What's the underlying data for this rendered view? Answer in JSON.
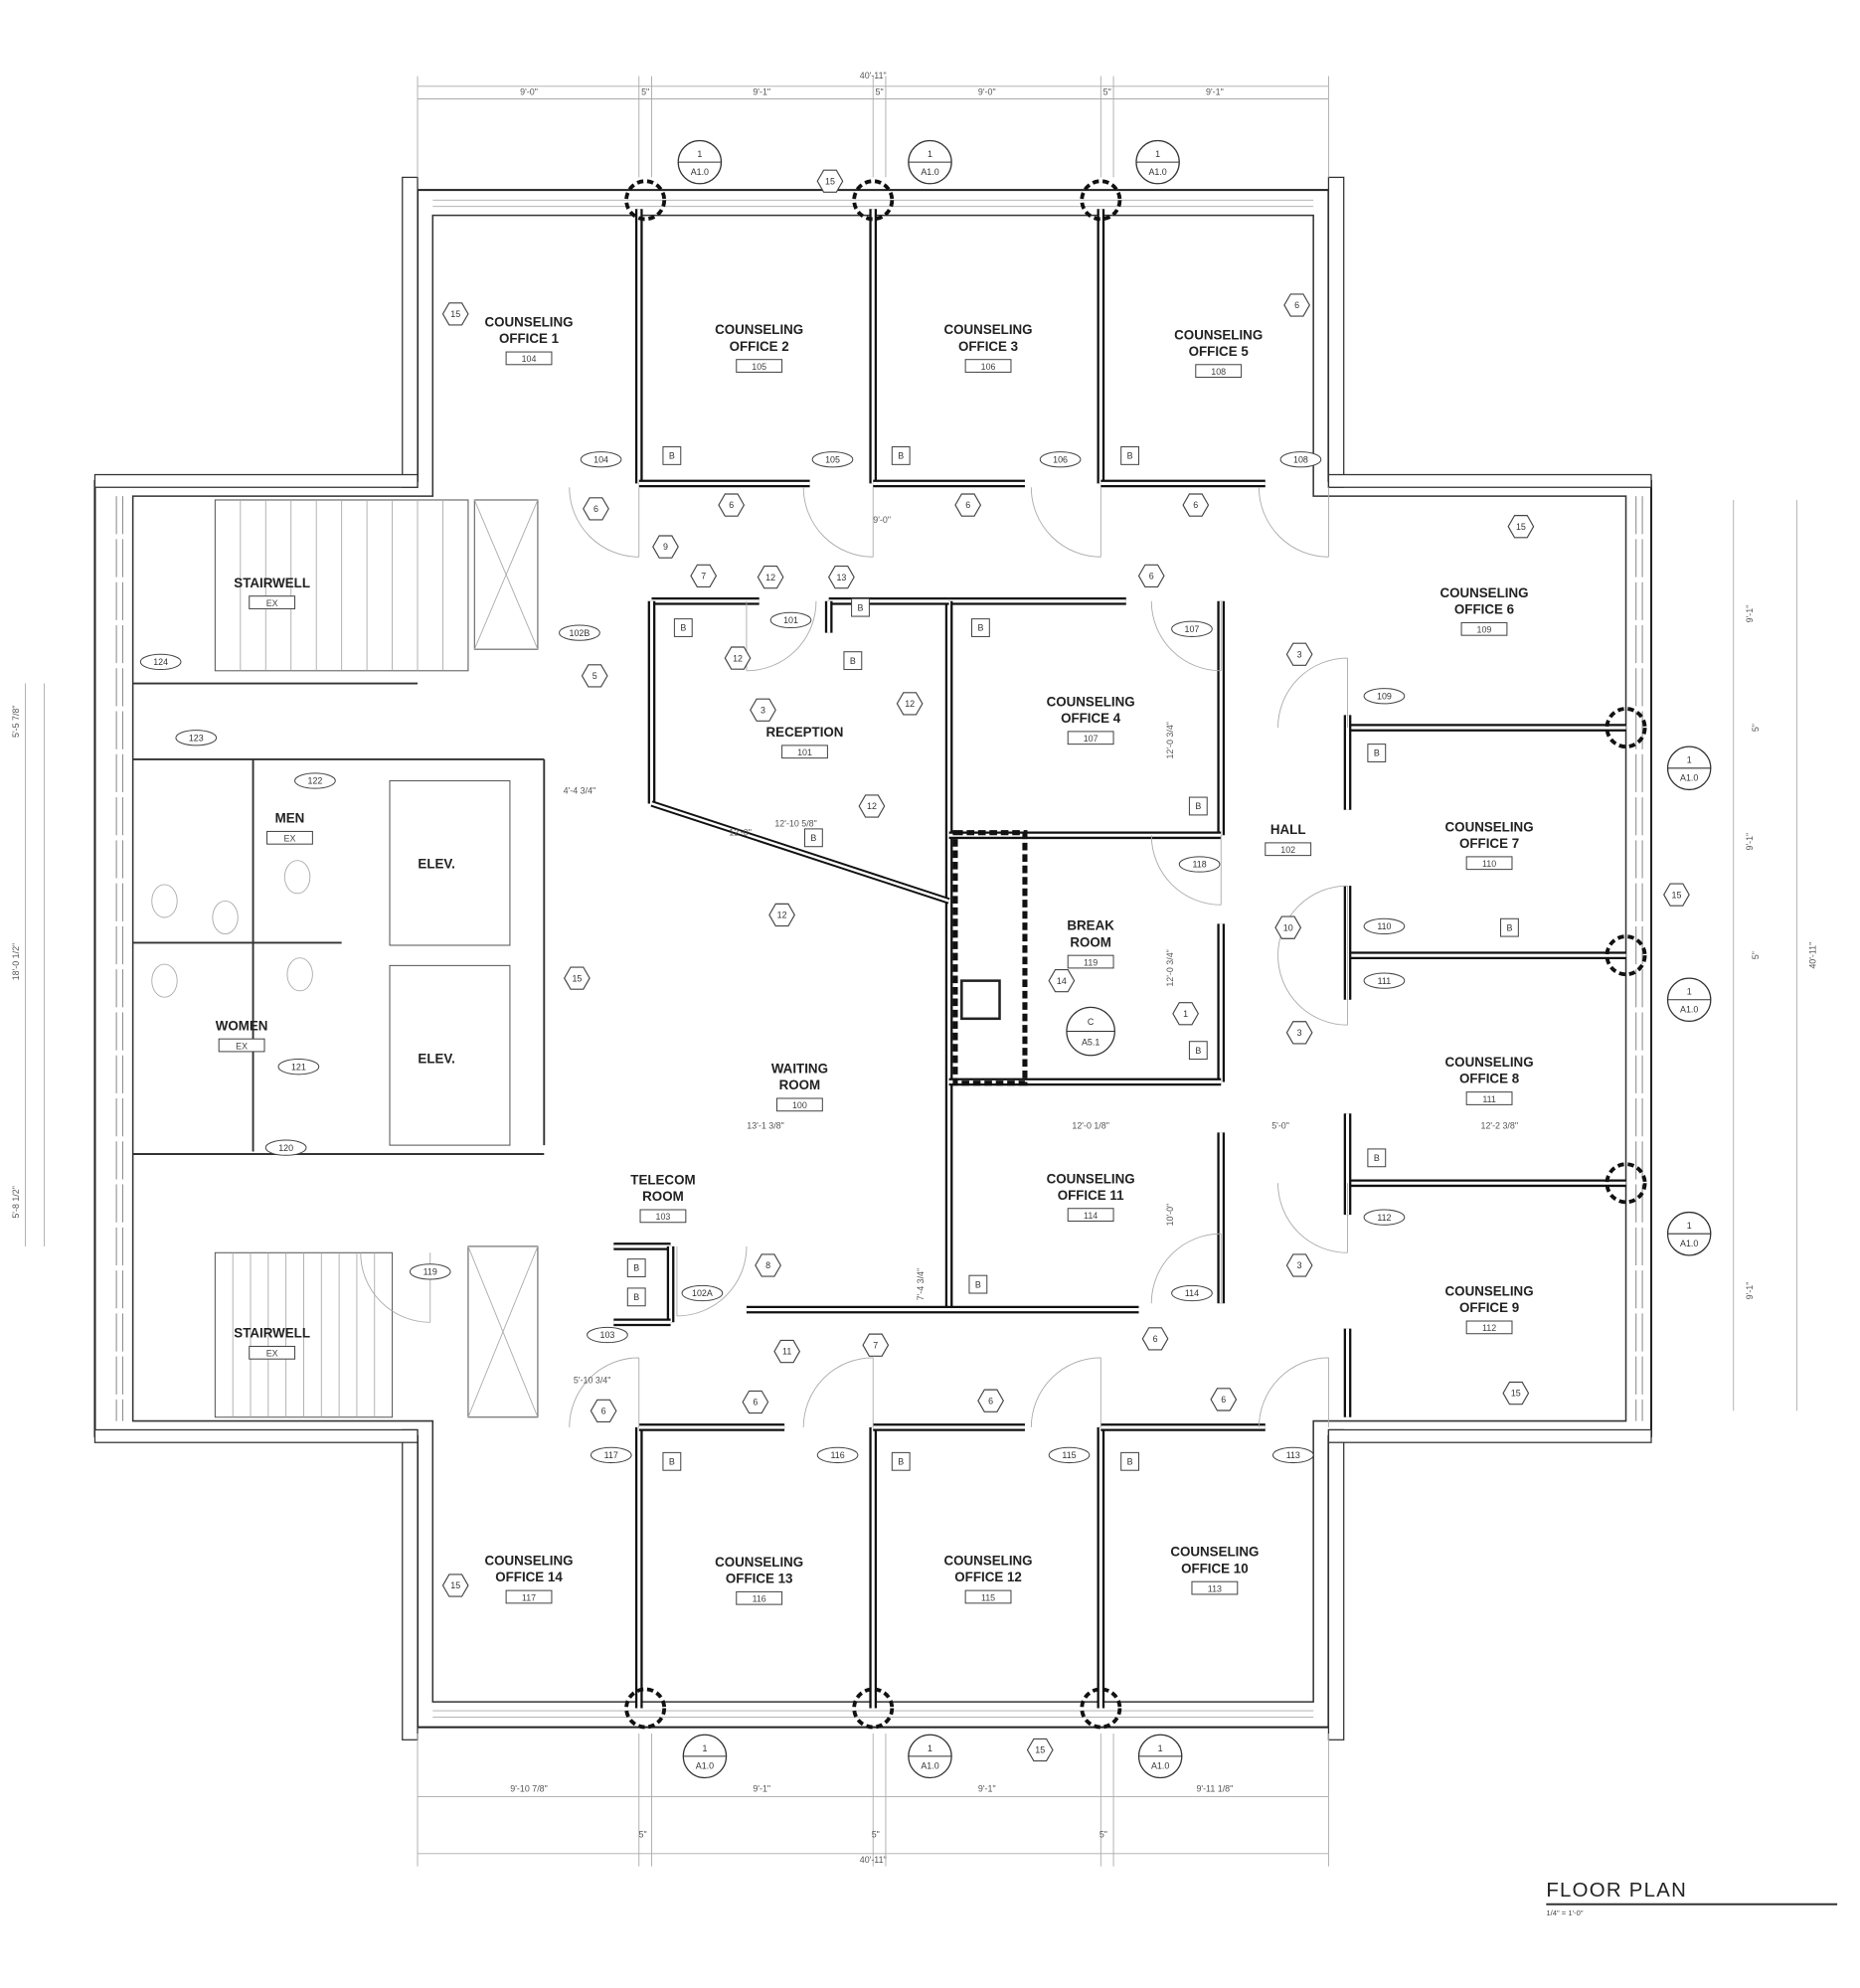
{
  "title": "FLOOR PLAN",
  "scale": "1/4\" = 1'-0\"",
  "rooms": [
    {
      "id": "office-1",
      "line1": "COUNSELING",
      "line2": "OFFICE 1",
      "number": "104"
    },
    {
      "id": "office-2",
      "line1": "COUNSELING",
      "line2": "OFFICE 2",
      "number": "105"
    },
    {
      "id": "office-3",
      "line1": "COUNSELING",
      "line2": "OFFICE 3",
      "number": "106"
    },
    {
      "id": "office-5",
      "line1": "COUNSELING",
      "line2": "OFFICE 5",
      "number": "108"
    },
    {
      "id": "office-6",
      "line1": "COUNSELING",
      "line2": "OFFICE 6",
      "number": "109"
    },
    {
      "id": "office-4",
      "line1": "COUNSELING",
      "line2": "OFFICE 4",
      "number": "107"
    },
    {
      "id": "office-7",
      "line1": "COUNSELING",
      "line2": "OFFICE 7",
      "number": "110"
    },
    {
      "id": "office-8",
      "line1": "COUNSELING",
      "line2": "OFFICE 8",
      "number": "111"
    },
    {
      "id": "office-9",
      "line1": "COUNSELING",
      "line2": "OFFICE 9",
      "number": "112"
    },
    {
      "id": "office-11",
      "line1": "COUNSELING",
      "line2": "OFFICE 11",
      "number": "114"
    },
    {
      "id": "office-10",
      "line1": "COUNSELING",
      "line2": "OFFICE 10",
      "number": "113"
    },
    {
      "id": "office-12",
      "line1": "COUNSELING",
      "line2": "OFFICE 12",
      "number": "115"
    },
    {
      "id": "office-13",
      "line1": "COUNSELING",
      "line2": "OFFICE 13",
      "number": "116"
    },
    {
      "id": "office-14",
      "line1": "COUNSELING",
      "line2": "OFFICE 14",
      "number": "117"
    },
    {
      "id": "reception",
      "line1": "RECEPTION",
      "line2": "",
      "number": "101"
    },
    {
      "id": "waiting-room",
      "line1": "WAITING",
      "line2": "ROOM",
      "number": "100"
    },
    {
      "id": "break-room",
      "line1": "BREAK",
      "line2": "ROOM",
      "number": "119"
    },
    {
      "id": "hall",
      "line1": "HALL",
      "line2": "",
      "number": "102"
    },
    {
      "id": "telecom-room",
      "line1": "TELECOM",
      "line2": "ROOM",
      "number": "103"
    },
    {
      "id": "stairwell-north",
      "line1": "STAIRWELL",
      "line2": "",
      "number": "EX"
    },
    {
      "id": "stairwell-south",
      "line1": "STAIRWELL",
      "line2": "",
      "number": "EX"
    },
    {
      "id": "men",
      "line1": "MEN",
      "line2": "",
      "number": "EX"
    },
    {
      "id": "women",
      "line1": "WOMEN",
      "line2": "",
      "number": "EX"
    },
    {
      "id": "elevator-1",
      "line1": "ELEV.",
      "line2": "",
      "number": ""
    },
    {
      "id": "elevator-2",
      "line1": "ELEV.",
      "line2": "",
      "number": ""
    }
  ],
  "door_tags": [
    "104",
    "105",
    "106",
    "108",
    "107",
    "109",
    "110",
    "111",
    "112",
    "114",
    "113",
    "115",
    "116",
    "117",
    "118",
    "102A",
    "103",
    "119",
    "120",
    "121",
    "122",
    "123",
    "124",
    "102B",
    "101"
  ],
  "keynote_tags": [
    "15",
    "15",
    "6",
    "6",
    "6",
    "6",
    "6",
    "15",
    "3",
    "3",
    "3",
    "15",
    "15",
    "15",
    "8",
    "11",
    "7",
    "6",
    "6",
    "6",
    "6",
    "6",
    "15",
    "15",
    "5",
    "7",
    "12",
    "13",
    "6",
    "12",
    "3",
    "12",
    "12",
    "12",
    "14",
    "10",
    "1",
    "9"
  ],
  "hardware_tag": "B",
  "section_callout": {
    "number": "1",
    "sheet": "A1.0"
  },
  "break_room_callout": {
    "number": "C",
    "sheet": "A5.1"
  },
  "dimensions": {
    "top_overall": "40'-11\"",
    "top": [
      "9'-0\"",
      "5\"",
      "9'-1\"",
      "5\"",
      "9'-0\"",
      "5\"",
      "9'-1\""
    ],
    "bottom": [
      "9'-10 7/8\"",
      "9'-1\"",
      "9'-1\"",
      "9'-11 1/8\""
    ],
    "bottom_walls": [
      "5\"",
      "5\"",
      "5\""
    ],
    "bottom_overall": "40'-11\"",
    "left": [
      "5'-5 7/8\"",
      "18'-0 1/2\"",
      "5'-8 1/2\""
    ],
    "right": [
      "9'-1\"",
      "5\"",
      "9'-1\"",
      "5\"",
      "9'-1\""
    ],
    "right_overall": "40'-11\"",
    "interior": [
      "9'-0\"",
      "12'-10 5/8\"",
      "13'-1 3/8\"",
      "12'-0 1/8\"",
      "5'-0\"",
      "12'-2 3/8\"",
      "5'-10 3/4\"",
      "4'-4 3/4\"",
      "12'-0 3/4\"",
      "12'-0 3/4\"",
      "10'-0\"",
      "7'-4 3/4\"",
      "12'-0\""
    ]
  }
}
